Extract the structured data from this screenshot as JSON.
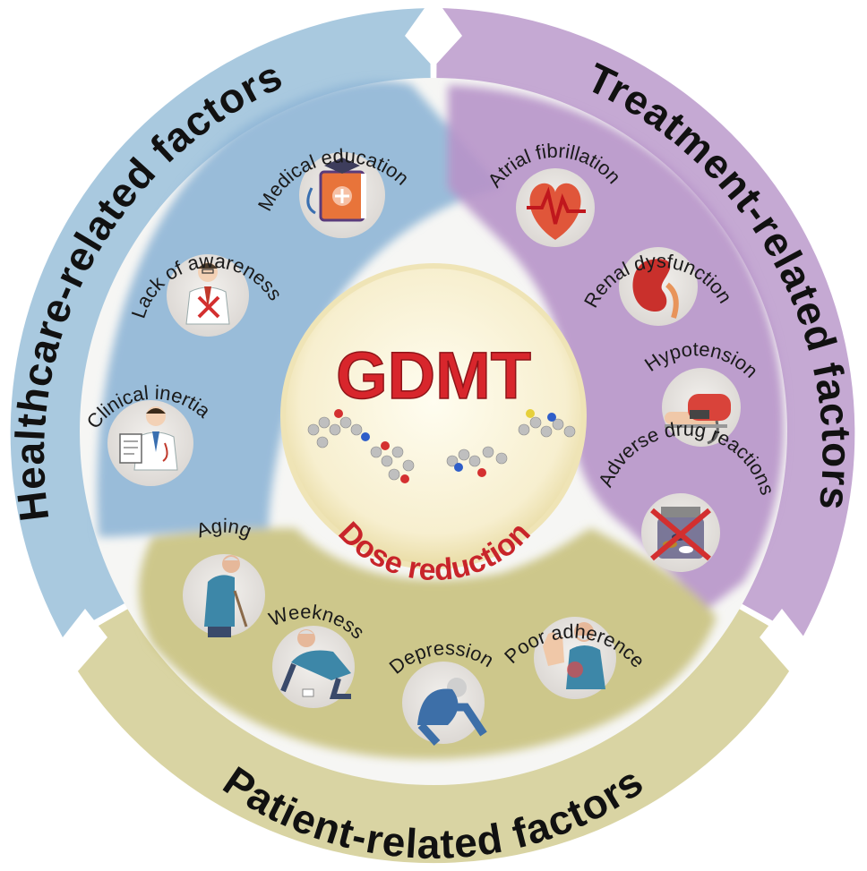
{
  "center": {
    "title": "GDMT",
    "subtitle": "Dose reduction"
  },
  "sectors": {
    "healthcare": {
      "title": "Healthcare-related factors",
      "color": "#a9c9df",
      "items": [
        {
          "label": "Medical education",
          "icon": "medical-book-icon"
        },
        {
          "label": "Lack of awareness",
          "icon": "doctor-crossed-icon"
        },
        {
          "label": "Clinical inertia",
          "icon": "doctor-clipboard-icon"
        }
      ]
    },
    "treatment": {
      "title": "Treatment-related factors",
      "color": "#c5a9d3",
      "items": [
        {
          "label": "Atrial fibrillation",
          "icon": "heart-ecg-icon"
        },
        {
          "label": "Renal dysfunction",
          "icon": "kidney-icon"
        },
        {
          "label": "Hypotension",
          "icon": "blood-pressure-cuff-icon"
        },
        {
          "label": "Adverse drug reactions",
          "icon": "pill-bottle-crossed-icon"
        }
      ]
    },
    "patient": {
      "title": "Patient-related factors",
      "color": "#d9d4a3",
      "items": [
        {
          "label": "Aging",
          "icon": "elderly-cane-icon"
        },
        {
          "label": "Weekness",
          "icon": "fallen-elder-icon"
        },
        {
          "label": "Depression",
          "icon": "depressed-person-icon"
        },
        {
          "label": "Poor adherence",
          "icon": "refusing-elder-icon"
        }
      ]
    }
  },
  "colors": {
    "accent_red": "#d8262c",
    "inner_blue": "#8fb6d6",
    "inner_purple": "#b793c9",
    "inner_olive": "#c9c27f"
  }
}
